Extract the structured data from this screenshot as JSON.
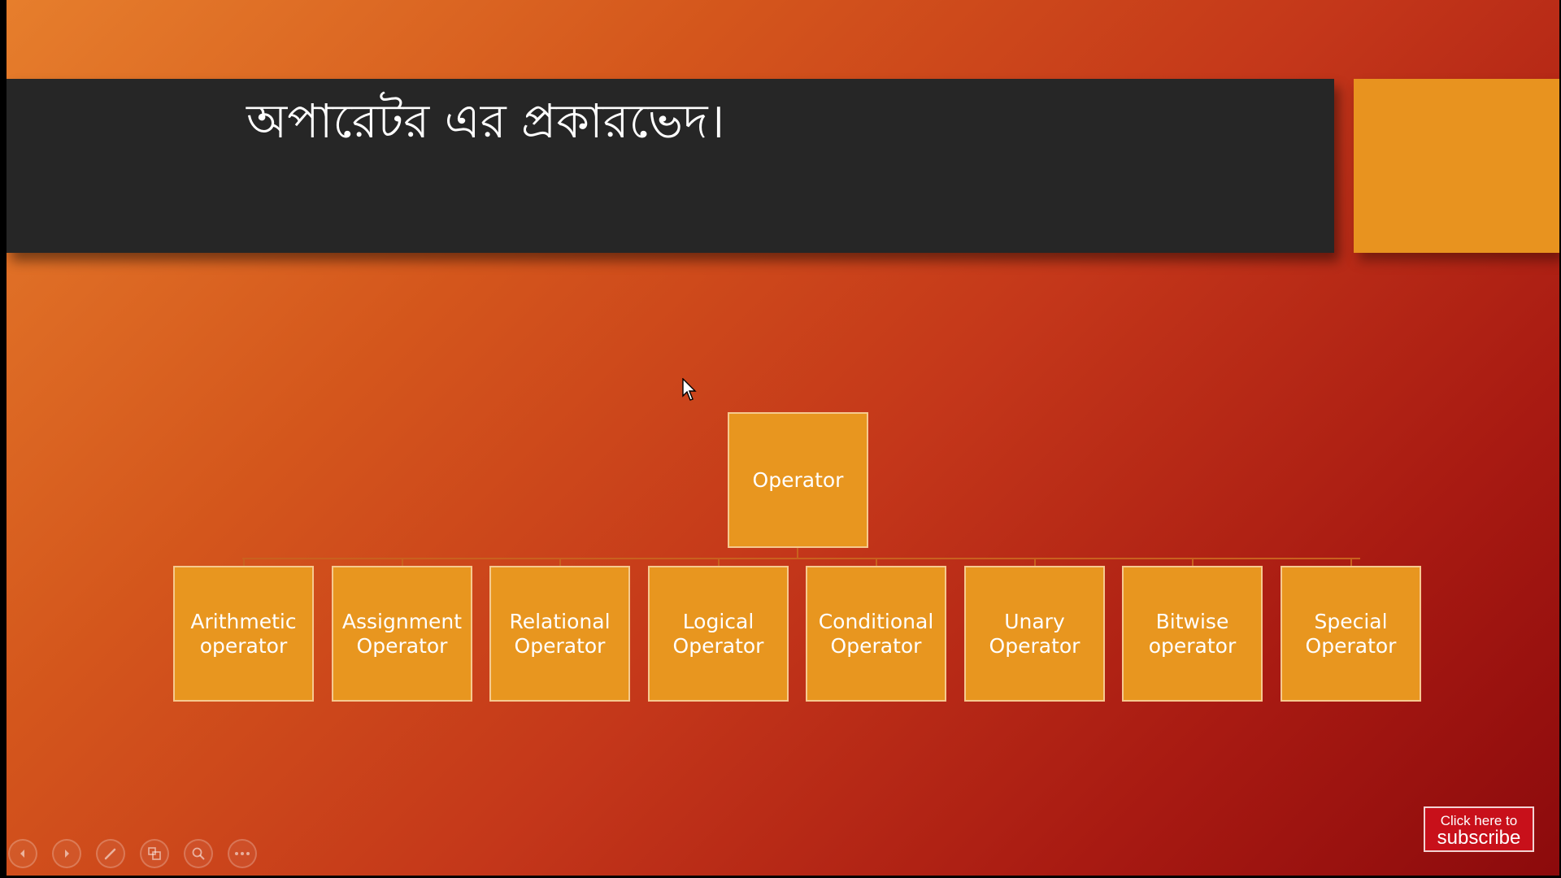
{
  "slide": {
    "title": "অপারেটর  এর  প্রকারভেদ।",
    "root_label": "Operator",
    "children": [
      "Arithmetic operator",
      "Assignment Operator",
      "Relational Operator",
      "Logical Operator",
      "Conditional Operator",
      "Unary Operator",
      "Bitwise operator",
      "Special Operator"
    ]
  },
  "subscribe": {
    "line1": "Click here to",
    "line2": "subscribe"
  },
  "controls": [
    {
      "icon": "previous-icon"
    },
    {
      "icon": "next-icon"
    },
    {
      "icon": "pen-icon"
    },
    {
      "icon": "slides-icon"
    },
    {
      "icon": "zoom-icon"
    },
    {
      "icon": "more-icon"
    }
  ],
  "colors": {
    "title_bar": "#262626",
    "accent": "#e8931f",
    "box_fill": "#e8961f",
    "subscribe_red": "#c8101a"
  }
}
